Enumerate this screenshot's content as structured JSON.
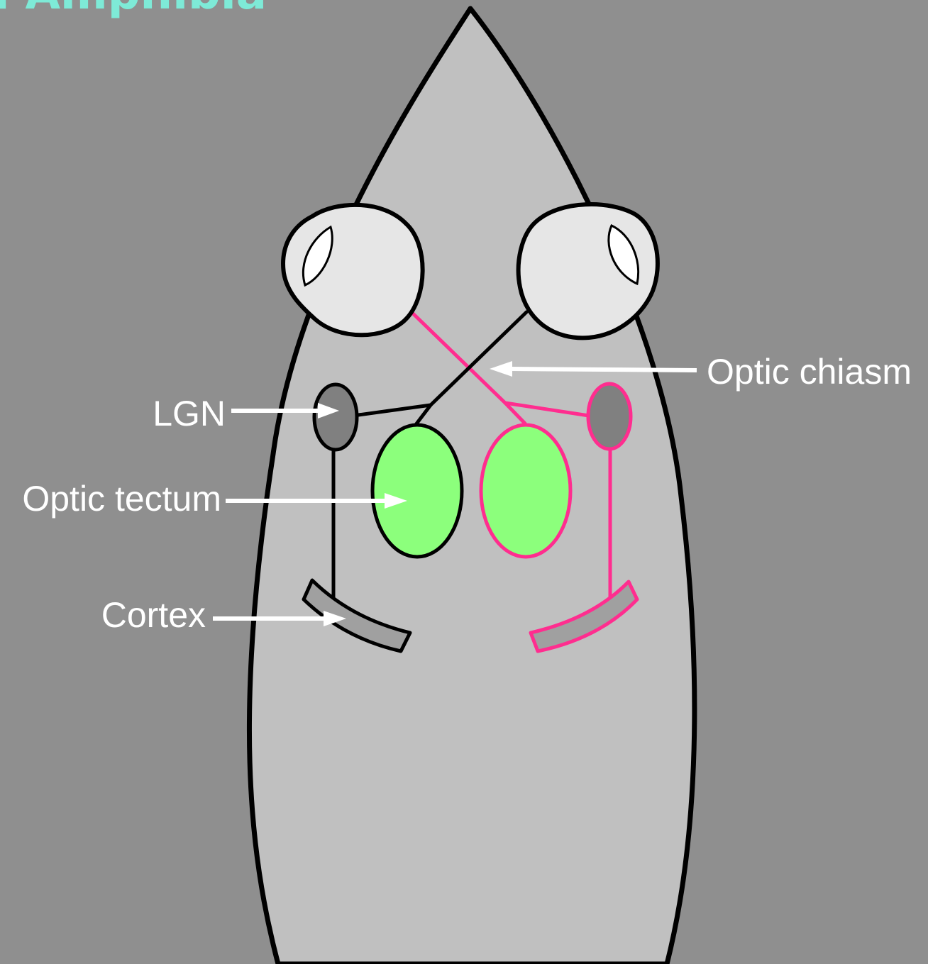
{
  "slide": {
    "title": "a Amphibia",
    "background_color": "#8f8f8f",
    "title_color": "#7eead7"
  },
  "diagram": {
    "labels": {
      "lgn": "LGN",
      "optic_tectum": "Optic tectum",
      "cortex": "Cortex",
      "optic_chiasm": "Optic chiasm"
    },
    "colors": {
      "head_fill": "#c0c0c0",
      "eye_fill": "#e6e6e6",
      "tectum_fill": "#8cff7c",
      "lgn_fill": "#808080",
      "cortex_fill": "#a0a0a0",
      "left_pathway": "#000000",
      "right_pathway": "#ff2d8f"
    }
  }
}
